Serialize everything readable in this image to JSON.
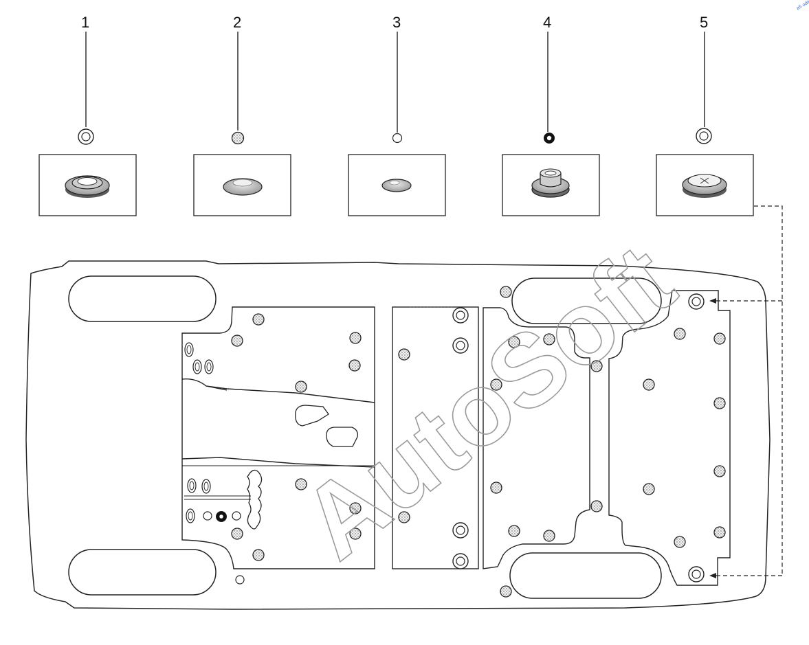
{
  "parts": [
    {
      "number": "1",
      "icon": "large-grommet-icon"
    },
    {
      "number": "2",
      "icon": "flat-plug-icon"
    },
    {
      "number": "3",
      "icon": "small-flat-plug-icon"
    },
    {
      "number": "4",
      "icon": "cable-grommet-icon"
    },
    {
      "number": "5",
      "icon": "cross-marked-plug-icon"
    }
  ],
  "watermark": "AutoSoft",
  "corner_mark": "a5 odit",
  "colors": {
    "line": "#222222",
    "watermark": "#9a9a9a",
    "corner_mark": "#3a6fd8"
  }
}
